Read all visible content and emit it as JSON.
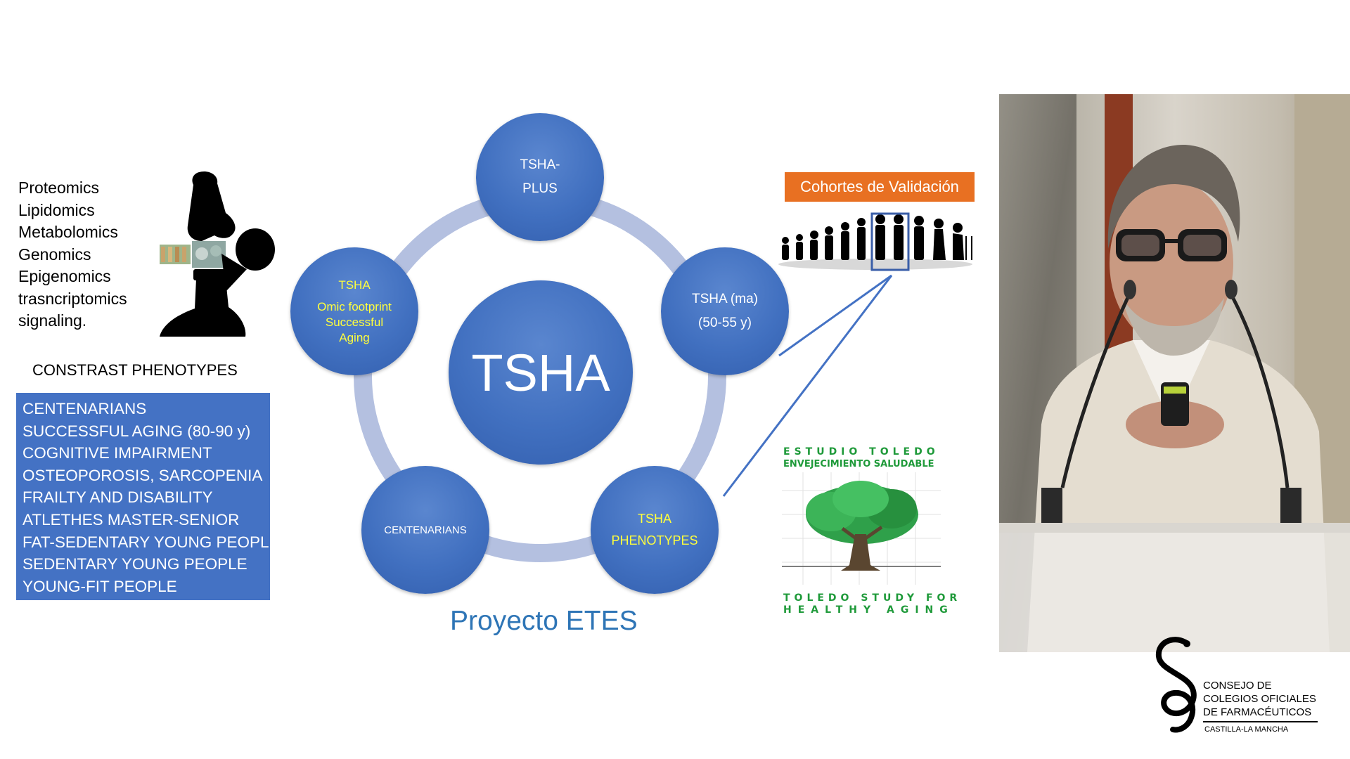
{
  "omics_list": [
    "Proteomics",
    "Lipidomics",
    "Metabolomics",
    "Genomics",
    "Epigenomics",
    "trasncriptomics",
    "signaling."
  ],
  "contrast_title": "CONSTRAST PHENOTYPES",
  "phenotypes": [
    "CENTENARIANS",
    "SUCCESSFUL AGING (80-90 y)",
    "COGNITIVE IMPAIRMENT",
    "OSTEOPOROSIS, SARCOPENIA",
    "FRAILTY AND  DISABILITY",
    "ATLETHES MASTER-SENIOR",
    "FAT-SEDENTARY YOUNG PEOPLE",
    "SEDENTARY YOUNG PEOPLE",
    "YOUNG-FIT PEOPLE"
  ],
  "diagram": {
    "center": "TSHA",
    "nodes": {
      "top": [
        "TSHA-",
        "PLUS"
      ],
      "left": [
        "TSHA",
        "Omic footprint",
        "Successful",
        "Aging"
      ],
      "right": [
        "TSHA (ma)",
        "(50-55 y)"
      ],
      "bottom_right": [
        "TSHA",
        "PHENOTYPES"
      ],
      "bottom_left": [
        "CENTENARIANS"
      ]
    },
    "caption": "Proyecto ETES"
  },
  "cohortes_label": "Cohortes de Validación",
  "toledo_logo": {
    "line1": "ESTUDIO   TOLEDO",
    "line2": "ENVEJECIMIENTO SALUDABLE",
    "line3": "TOLEDO  STUDY  FOR",
    "line4": "HEALTHY   AGING"
  },
  "consejo_logo": {
    "lines": [
      "CONSEJO DE",
      "COLEGIOS OFICIALES",
      "DE FARMACÉUTICOS"
    ],
    "sub": "CASTILLA-LA MANCHA"
  },
  "colors": {
    "node_blue": "#4472c4",
    "ring": "#b4c0e0",
    "phenotype_box": "#4472c4",
    "cohortes_orange": "#e87022",
    "caption_blue": "#2e75b6",
    "node_highlight_text": "#ffff3c",
    "logo_green": "#1f9a3a"
  }
}
